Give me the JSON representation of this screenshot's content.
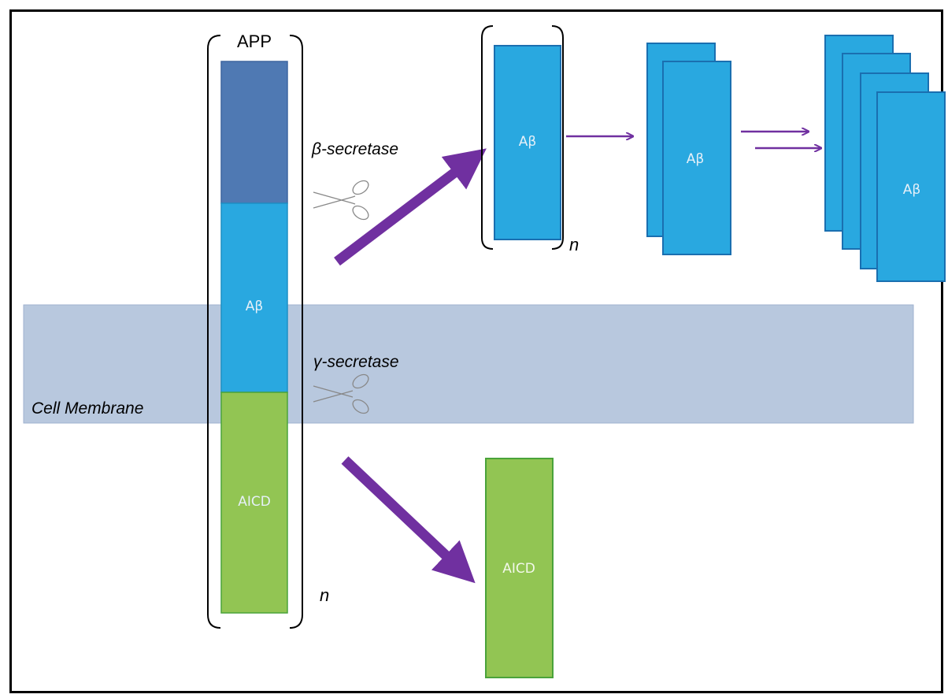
{
  "labels": {
    "app": "APP",
    "beta_secretase": "β-secretase",
    "gamma_secretase": "γ-secretase",
    "cell_membrane": "Cell Membrane",
    "abeta_app": "Aβ",
    "aicd_app": "AICD",
    "n_app": "n",
    "abeta_monomer": "Aβ",
    "n_monomer": "n",
    "abeta_dimer": "Aβ",
    "abeta_oligomer": "Aβ",
    "aicd_product": "AICD"
  },
  "colors": {
    "membrane": "#b8c8de",
    "app_top": "#4f79b3",
    "abeta": "#29a8e0",
    "aicd": "#92c553",
    "arrow": "#7030a0",
    "text_light": "#e6f0f8"
  }
}
